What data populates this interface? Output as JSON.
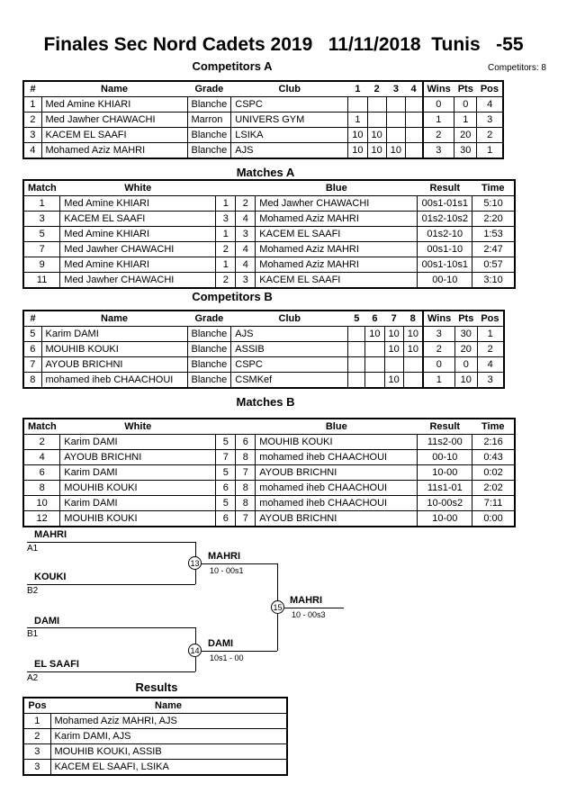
{
  "page": {
    "title": "Finales Sec Nord Cadets 2019   11/11/2018  Tunis   -55",
    "competitors_count": "Competitors: 8"
  },
  "competitors_a": {
    "heading": "Competitors A",
    "headers": {
      "n": "#",
      "name": "Name",
      "grade": "Grade",
      "club": "Club",
      "c1": "1",
      "c2": "2",
      "c3": "3",
      "c4": "4",
      "wins": "Wins",
      "pts": "Pts",
      "pos": "Pos"
    },
    "rows": [
      {
        "n": "1",
        "name": "Med Amine KHIARI",
        "grade": "Blanche",
        "club": "CSPC",
        "c1": "",
        "c2": "",
        "c3": "",
        "c4": "",
        "wins": "0",
        "pts": "0",
        "pos": "4"
      },
      {
        "n": "2",
        "name": "Med Jawher CHAWACHI",
        "grade": "Marron",
        "club": "UNIVERS GYM",
        "c1": "1",
        "c2": "",
        "c3": "",
        "c4": "",
        "wins": "1",
        "pts": "1",
        "pos": "3"
      },
      {
        "n": "3",
        "name": "KACEM EL SAAFI",
        "grade": "Blanche",
        "club": "LSIKA",
        "c1": "10",
        "c2": "10",
        "c3": "",
        "c4": "",
        "wins": "2",
        "pts": "20",
        "pos": "2"
      },
      {
        "n": "4",
        "name": "Mohamed Aziz MAHRI",
        "grade": "Blanche",
        "club": "AJS",
        "c1": "10",
        "c2": "10",
        "c3": "10",
        "c4": "",
        "wins": "3",
        "pts": "30",
        "pos": "1"
      }
    ]
  },
  "matches_a": {
    "heading": "Matches A",
    "headers": {
      "m": "Match",
      "white": "White",
      "blue": "Blue",
      "result": "Result",
      "time": "Time"
    },
    "rows": [
      {
        "m": "1",
        "white": "Med Amine KHIARI",
        "wn": "1",
        "bn": "2",
        "blue": "Med Jawher CHAWACHI",
        "result": "00s1-01s1",
        "time": "5:10"
      },
      {
        "m": "3",
        "white": "KACEM EL SAAFI",
        "wn": "3",
        "bn": "4",
        "blue": "Mohamed Aziz MAHRI",
        "result": "01s2-10s2",
        "time": "2:20"
      },
      {
        "m": "5",
        "white": "Med Amine KHIARI",
        "wn": "1",
        "bn": "3",
        "blue": "KACEM EL SAAFI",
        "result": "01s2-10",
        "time": "1:53"
      },
      {
        "m": "7",
        "white": "Med Jawher CHAWACHI",
        "wn": "2",
        "bn": "4",
        "blue": "Mohamed Aziz MAHRI",
        "result": "00s1-10",
        "time": "2:47"
      },
      {
        "m": "9",
        "white": "Med Amine KHIARI",
        "wn": "1",
        "bn": "4",
        "blue": "Mohamed Aziz MAHRI",
        "result": "00s1-10s1",
        "time": "0:57"
      },
      {
        "m": "11",
        "white": "Med Jawher CHAWACHI",
        "wn": "2",
        "bn": "3",
        "blue": "KACEM EL SAAFI",
        "result": "00-10",
        "time": "3:10"
      }
    ]
  },
  "competitors_b": {
    "heading": "Competitors B",
    "headers": {
      "n": "#",
      "name": "Name",
      "grade": "Grade",
      "club": "Club",
      "c1": "5",
      "c2": "6",
      "c3": "7",
      "c4": "8",
      "wins": "Wins",
      "pts": "Pts",
      "pos": "Pos"
    },
    "rows": [
      {
        "n": "5",
        "name": "Karim DAMI",
        "grade": "Blanche",
        "club": "AJS",
        "c1": "",
        "c2": "10",
        "c3": "10",
        "c4": "10",
        "wins": "3",
        "pts": "30",
        "pos": "1"
      },
      {
        "n": "6",
        "name": "MOUHIB KOUKI",
        "grade": "Blanche",
        "club": "ASSIB",
        "c1": "",
        "c2": "",
        "c3": "10",
        "c4": "10",
        "wins": "2",
        "pts": "20",
        "pos": "2"
      },
      {
        "n": "7",
        "name": "AYOUB BRICHNI",
        "grade": "Blanche",
        "club": "CSPC",
        "c1": "",
        "c2": "",
        "c3": "",
        "c4": "",
        "wins": "0",
        "pts": "0",
        "pos": "4"
      },
      {
        "n": "8",
        "name": "mohamed iheb CHAACHOUI",
        "grade": "Blanche",
        "club": "CSMKef",
        "c1": "",
        "c2": "",
        "c3": "10",
        "c4": "",
        "wins": "1",
        "pts": "10",
        "pos": "3"
      }
    ]
  },
  "matches_b": {
    "heading": "Matches B",
    "headers": {
      "m": "Match",
      "white": "White",
      "blue": "Blue",
      "result": "Result",
      "time": "Time"
    },
    "rows": [
      {
        "m": "2",
        "white": "Karim DAMI",
        "wn": "5",
        "bn": "6",
        "blue": "MOUHIB KOUKI",
        "result": "11s2-00",
        "time": "2:16"
      },
      {
        "m": "4",
        "white": "AYOUB BRICHNI",
        "wn": "7",
        "bn": "8",
        "blue": "mohamed iheb CHAACHOUI",
        "result": "00-10",
        "time": "0:43"
      },
      {
        "m": "6",
        "white": "Karim DAMI",
        "wn": "5",
        "bn": "7",
        "blue": "AYOUB BRICHNI",
        "result": "10-00",
        "time": "0:02"
      },
      {
        "m": "8",
        "white": "MOUHIB KOUKI",
        "wn": "6",
        "bn": "8",
        "blue": "mohamed iheb CHAACHOUI",
        "result": "11s1-01",
        "time": "2:02"
      },
      {
        "m": "10",
        "white": "Karim DAMI",
        "wn": "5",
        "bn": "8",
        "blue": "mohamed iheb CHAACHOUI",
        "result": "10-00s2",
        "time": "7:11"
      },
      {
        "m": "12",
        "white": "MOUHIB KOUKI",
        "wn": "6",
        "bn": "7",
        "blue": "AYOUB BRICHNI",
        "result": "10-00",
        "time": "0:00"
      }
    ]
  },
  "bracket": {
    "slot1": {
      "name": "MAHRI",
      "seed": "A1"
    },
    "slot2": {
      "name": "KOUKI",
      "seed": "B2"
    },
    "slot3": {
      "name": "DAMI",
      "seed": "B1"
    },
    "slot4": {
      "name": "EL SAAFI",
      "seed": "A2"
    },
    "node13": {
      "num": "13",
      "winner": "MAHRI",
      "score": "10 - 00s1"
    },
    "node14": {
      "num": "14",
      "winner": "DAMI",
      "score": "10s1 - 00"
    },
    "node15": {
      "num": "15",
      "winner": "MAHRI",
      "score": "10 - 00s3"
    }
  },
  "results": {
    "heading": "Results",
    "headers": {
      "pos": "Pos",
      "name": "Name"
    },
    "rows": [
      {
        "pos": "1",
        "name": "Mohamed Aziz MAHRI, AJS"
      },
      {
        "pos": "2",
        "name": "Karim DAMI, AJS"
      },
      {
        "pos": "3",
        "name": "MOUHIB KOUKI, ASSIB"
      },
      {
        "pos": "3",
        "name": "KACEM EL SAAFI, LSIKA"
      }
    ]
  }
}
